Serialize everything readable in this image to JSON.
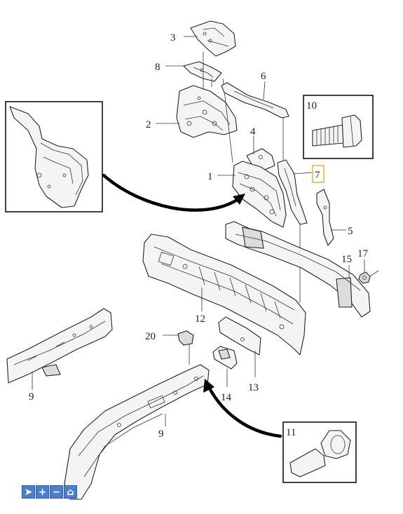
{
  "callouts": {
    "c1": "1",
    "c2": "2",
    "c3": "3",
    "c4": "4",
    "c5": "5",
    "c6": "6",
    "c7": "7",
    "c8": "8",
    "c9a": "9",
    "c9b": "9",
    "c10": "10",
    "c11": "11",
    "c12": "12",
    "c13": "13",
    "c14": "14",
    "c15": "15",
    "c17": "17",
    "c20": "20"
  },
  "toolbar": {
    "pointer_icon": "pointer-icon",
    "zoom_in_icon": "zoom-in-icon",
    "zoom_out_icon": "zoom-out-icon",
    "home_icon": "home-icon"
  },
  "colors": {
    "accent": "#4a7fcf",
    "highlight": "#e6a817"
  }
}
